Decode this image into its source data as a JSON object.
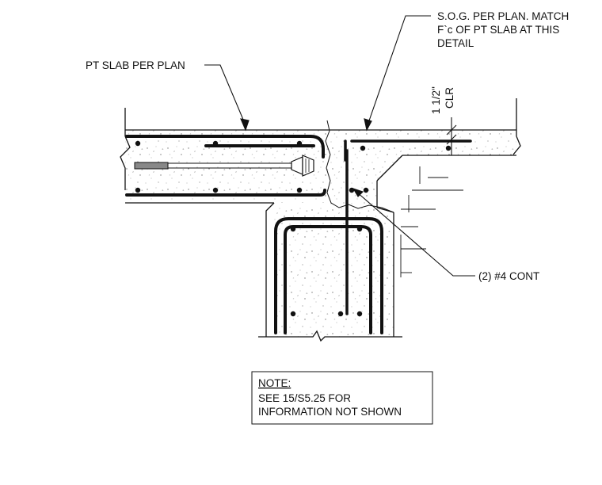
{
  "labels": {
    "pt_slab": "PT SLAB PER PLAN",
    "sog_line1": "S.O.G. PER PLAN. MATCH",
    "sog_line2": "F`c OF PT SLAB AT THIS",
    "sog_line3": "DETAIL",
    "clearance_value": "1 1/2\"",
    "clearance_unit": "CLR",
    "bars": "(2) #4 CONT"
  },
  "note": {
    "title": "NOTE:",
    "line1": "SEE 15/S5.25 FOR",
    "line2": "INFORMATION NOT SHOWN"
  },
  "colors": {
    "ink": "#111111",
    "anchor_sleeve": "#888888"
  }
}
